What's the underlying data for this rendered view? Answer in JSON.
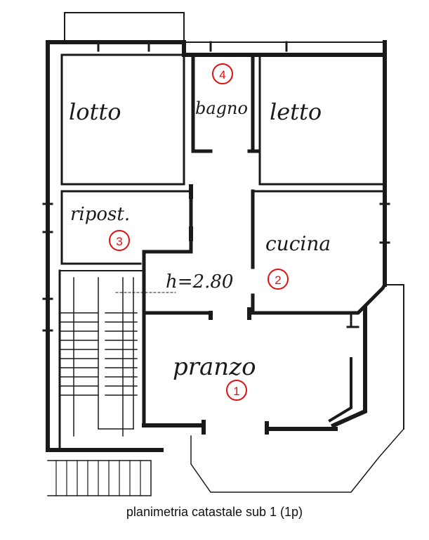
{
  "rooms": {
    "letto_left": "lotto",
    "bagno": "bagno",
    "letto_right": "letto",
    "ripost": "ripost.",
    "cucina": "cucina",
    "pranzo": "pranzo",
    "height": "h=2.80"
  },
  "markers": [
    "4",
    "3",
    "2",
    "1"
  ],
  "caption": "planimetria catastale sub 1 (1p)",
  "colors": {
    "ink": "#1a1a1a",
    "marker": "#e01010"
  }
}
